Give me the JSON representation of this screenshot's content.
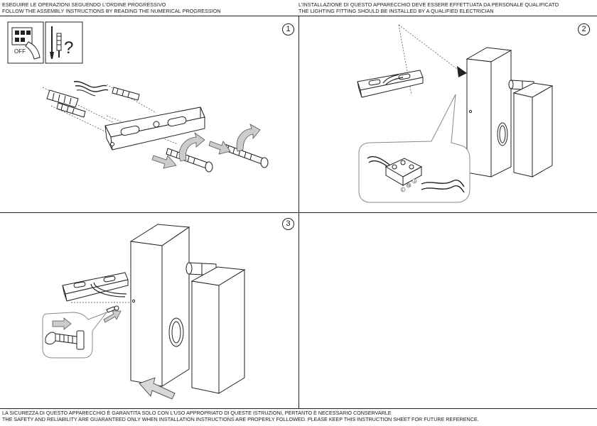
{
  "header": {
    "left": {
      "line1": "ESEGUIRE LE OPERAZIONI SEGUENDO L'ORDINE PROGRESSIVO",
      "line2": "FOLLOW THE ASSEMBLY INSTRUCTIONS BY READING THE NUMERICAL PROGRESSION"
    },
    "right": {
      "line1": "L'INSTALLAZIONE DI QUESTO APPARECCHIO DEVE ESSERE EFFETTUATA DA PERSONALE QUALIFICATO",
      "line2": "THE LIGHTING FITTING SHOULD BE INSTALLED BY A QUALIFIED ELECTRICIAN"
    }
  },
  "steps": [
    {
      "number": "1"
    },
    {
      "number": "2"
    },
    {
      "number": "3"
    }
  ],
  "icons": {
    "off_label": "OFF",
    "question_mark": "?"
  },
  "wiring": {
    "terminal_letters": [
      "L",
      "N",
      "⏚"
    ]
  },
  "footer": {
    "line1": "LA SICUREZZA DI QUESTO APPARECCHIO È GARANTITA SOLO CON L'USO APPROPRIATO DI QUESTE ISTRUZIONI, PERTANTO È NECESSARIO CONSERVARLE",
    "line2": "THE SAFETY AND RELIABILITY ARE GUARANTEED ONLY WHEN INSTALLATION INSTRUCTIONS ARE PROPERLY FOLLOWED. PLEASE KEEP THIS INSTRUCTION SHEET FOR FUTURE REFERENCE."
  }
}
